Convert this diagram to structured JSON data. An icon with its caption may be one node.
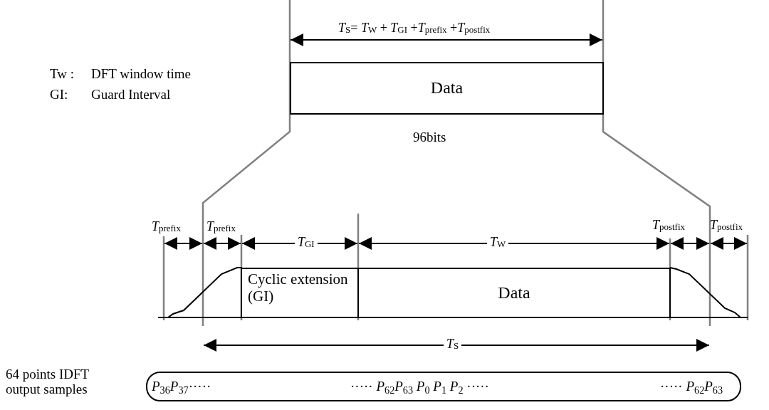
{
  "diagram": {
    "nodes": [
      {
        "text": [
          "Data"
        ],
        "beside": [
          "96bits"
        ]
      },
      {
        "text": [
          "Cyclic extension (GI)"
        ]
      },
      {
        "text": [
          "Data"
        ]
      },
      {
        "text": [
          "*P*$_{36}$*P*$_{37}$·····",
          "····· *P*$_{62}$*P*$_{63}$ *P*$_{0}$ *P*$_{1}$ *P*$_{2}$ ·····",
          "····· *P*$_{62}$*P*$_{63}$"
        ]
      }
    ],
    "labels": [
      "*T*$_{S}$= *T*$_{W}$ + *T*$_{GI}$ +*T*$_{prefix}$ +*T*$_{postfix}$",
      "Tw :",
      "DFT window time",
      "GI:",
      "Guard Interval",
      "*T*$_{prefix}$",
      "*T*$_{prefix}$",
      "*T*$_{GI}$",
      "*T*$_{W}$",
      "*T*$_{postfix}$",
      "*T*$_{postfix}$",
      "*T*$_{S}$",
      "64 points IDFT output samples"
    ]
  }
}
